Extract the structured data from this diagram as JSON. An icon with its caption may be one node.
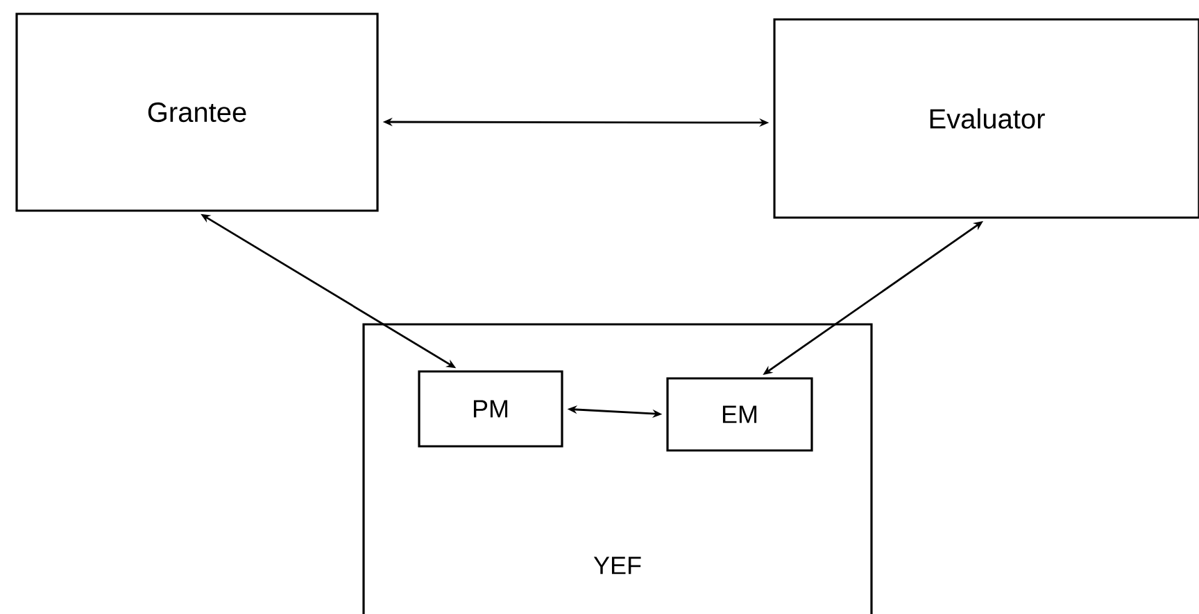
{
  "diagram": {
    "nodes": [
      {
        "text": [
          "Grantee"
        ]
      },
      {
        "text": [
          "Evaluator"
        ]
      },
      {
        "text": [
          "YEF"
        ]
      },
      {
        "text": [
          "PM"
        ],
        "in": 2
      },
      {
        "text": [
          "EM"
        ],
        "in": 2
      }
    ],
    "edges": [
      {
        "from": 0,
        "to": 1,
        "arrow": "both"
      },
      {
        "from": 0,
        "to": 3,
        "arrow": "both"
      },
      {
        "from": 1,
        "to": 4,
        "arrow": "both"
      },
      {
        "from": 3,
        "to": 4,
        "arrow": "both"
      }
    ]
  }
}
